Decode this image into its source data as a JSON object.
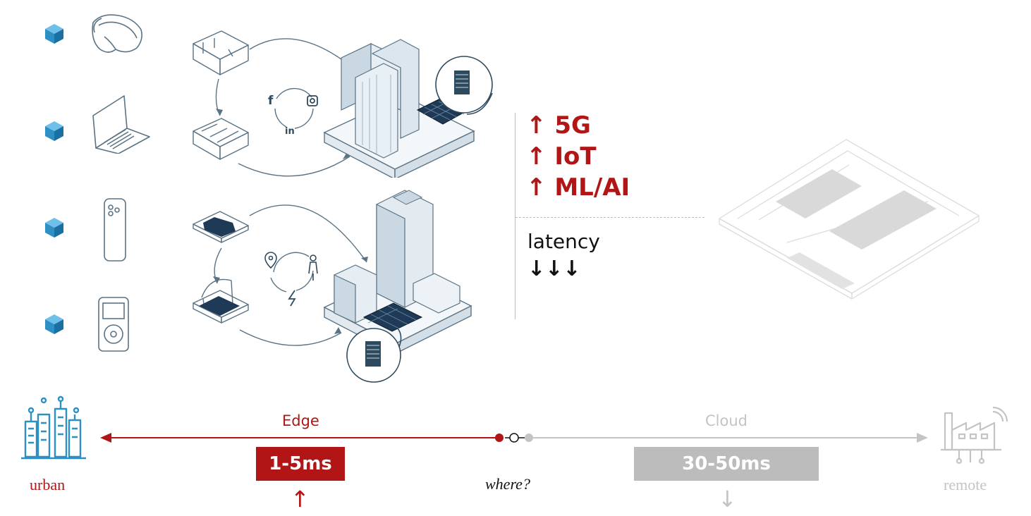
{
  "colors": {
    "accent_red": "#b21515",
    "device_blue": "#2e8fc4",
    "line_grey": "#bdbdbd",
    "cloud_badge": "#bcbcbc",
    "drawing_stroke": "#5a7385",
    "building_fill": "#c9d8e3",
    "solar_fill": "#1f3a56"
  },
  "icons": {
    "devices": [
      "vr-headset-icon",
      "laptop-icon",
      "smartphone-icon",
      "music-player-icon"
    ],
    "social": [
      "facebook-icon",
      "instagram-icon",
      "linkedin-icon"
    ],
    "services": [
      "location-pin-icon",
      "person-icon",
      "lightning-icon"
    ]
  },
  "features": {
    "items": [
      "↑ 5G",
      "↑ IoT",
      "↑ ML/AI"
    ],
    "latency_label": "latency",
    "latency_arrows": "↓↓↓"
  },
  "spectrum": {
    "edge_label": "Edge",
    "edge_latency": "1-5ms",
    "edge_arrow": "↑",
    "cloud_label": "Cloud",
    "cloud_latency": "30-50ms",
    "cloud_arrow": "↓",
    "middle_label": "where?",
    "left_label": "urban",
    "right_label": "remote"
  }
}
